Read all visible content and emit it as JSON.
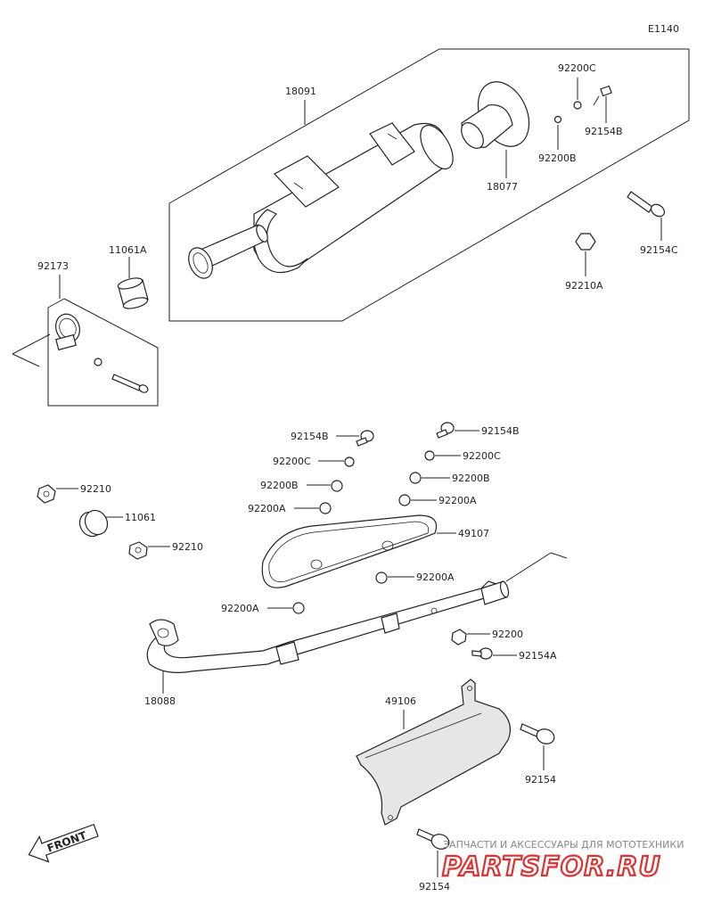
{
  "diagram_code": "E1140",
  "callouts": {
    "p18091": "18091",
    "p18077": "18077",
    "p92200C_top": "92200C",
    "p92154B_top": "92154B",
    "p92200B_top": "92200B",
    "p92154C": "92154C",
    "p92210A": "92210A",
    "p92173": "92173",
    "p11061A": "11061A",
    "p92154B_mid_l": "92154B",
    "p92154B_mid_r": "92154B",
    "p92200C_mid_l": "92200C",
    "p92200C_mid_r": "92200C",
    "p92200B_mid_l": "92200B",
    "p92200B_mid_r": "92200B",
    "p92200A_mid_l": "92200A",
    "p92200A_mid_r": "92200A",
    "p92210_1": "92210",
    "p11061": "11061",
    "p92210_2": "92210",
    "p49107": "49107",
    "p92200A_low_r": "92200A",
    "p92200A_low_l": "92200A",
    "p92200": "92200",
    "p92154A": "92154A",
    "p18088": "18088",
    "p49106": "49106",
    "p92154_r": "92154",
    "p92154_b": "92154"
  },
  "front_label": "FRONT",
  "watermark": {
    "tagline": "ЗАПЧАСТИ И АКСЕССУАРЫ ДЛЯ МОТОТЕХНИКИ",
    "brand": "PARTSFOR.RU"
  }
}
